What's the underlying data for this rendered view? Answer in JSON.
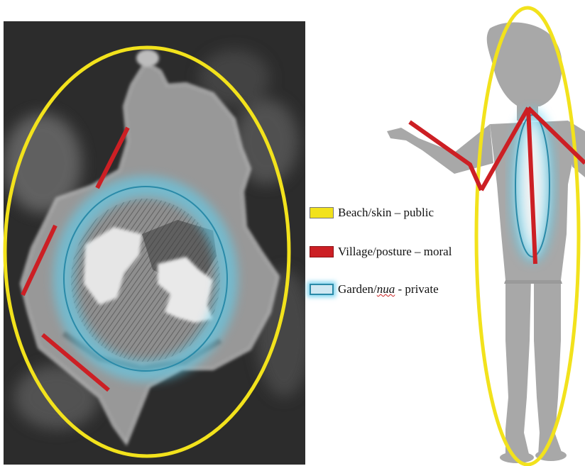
{
  "legend": [
    {
      "id": "beach",
      "label": "Beach/skin – public",
      "color": "#f2e21c"
    },
    {
      "id": "village",
      "label": "Village/posture – moral",
      "color": "#cc1f24"
    },
    {
      "id": "garden",
      "label_pre": "Garden/",
      "label_italic": "nua",
      "label_post": " - private",
      "color": "#2a8aa8"
    }
  ],
  "colors": {
    "beach_ellipse": "#f2e21c",
    "village_lines": "#cc1f24",
    "garden_ellipse": "#2a8aa8",
    "garden_glow": "#5fd0f0",
    "figure_silhouette": "#a8a8a8"
  },
  "images": {
    "left": "aerial-island-photo",
    "right": "standing-child-silhouette"
  }
}
